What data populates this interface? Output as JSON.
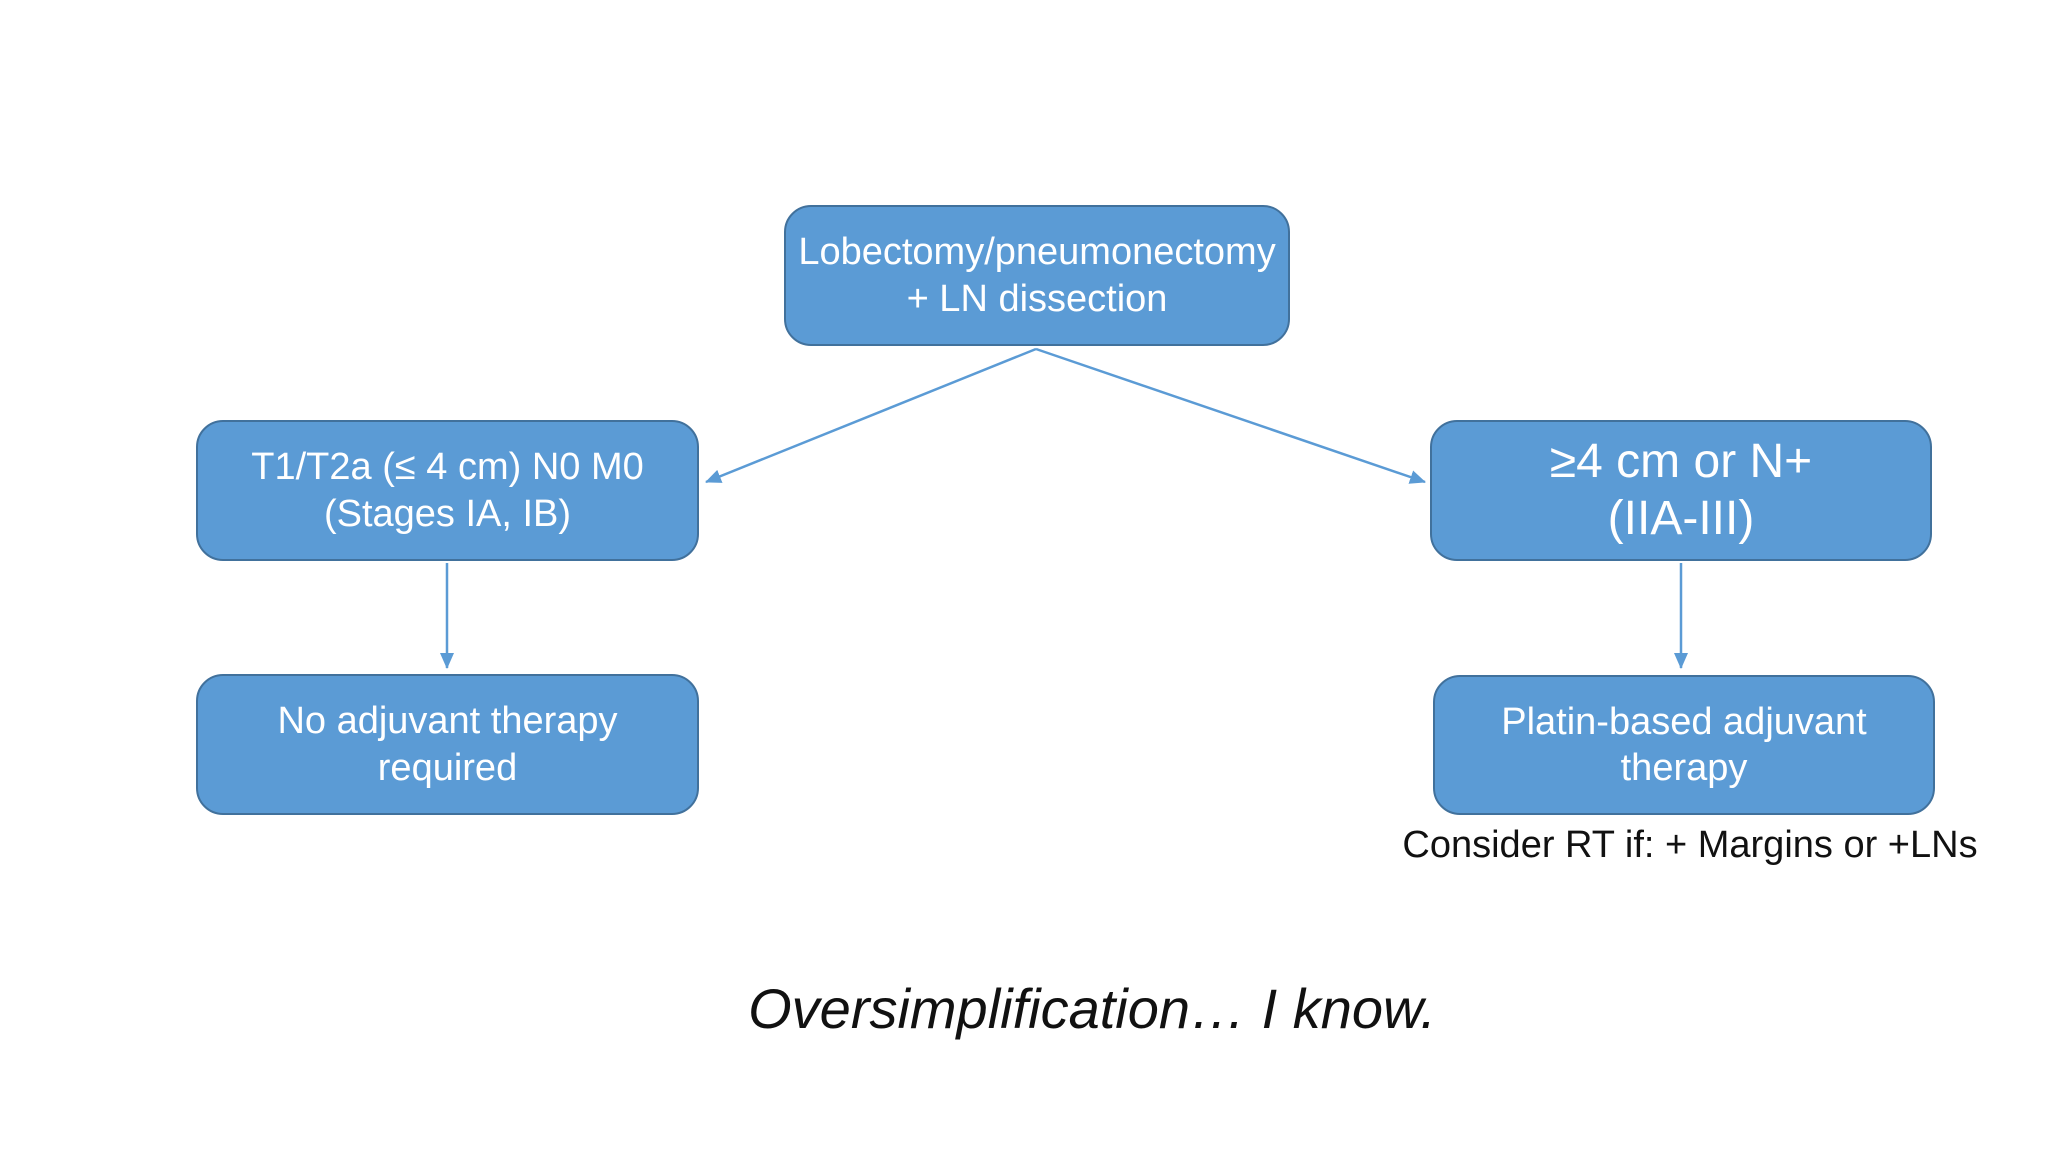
{
  "slide": {
    "colors": {
      "background": "#ffffff",
      "node_fill": "#5b9bd5",
      "node_border": "#41719c",
      "node_text": "#ffffff",
      "arrow": "#5b9bd5",
      "caption_text": "#111111"
    }
  },
  "flowchart": {
    "nodes": [
      {
        "id": "surgery",
        "line1": "Lobectomy/pneumonectomy",
        "line2": "+ LN dissection"
      },
      {
        "id": "stage-early",
        "line1": "T1/T2a (≤ 4 cm) N0 M0",
        "line2": "(Stages IA, IB)"
      },
      {
        "id": "stage-advanced",
        "line1": "≥4 cm or N+",
        "line2": "(IIA-III)"
      },
      {
        "id": "no-adjuvant",
        "line1": "No adjuvant therapy",
        "line2": "required"
      },
      {
        "id": "platin-adjuvant",
        "line1": "Platin-based adjuvant",
        "line2": "therapy"
      }
    ],
    "rt_note": "Consider RT if: + Margins or +LNs"
  },
  "footer": {
    "caption": "Oversimplification… I know."
  }
}
